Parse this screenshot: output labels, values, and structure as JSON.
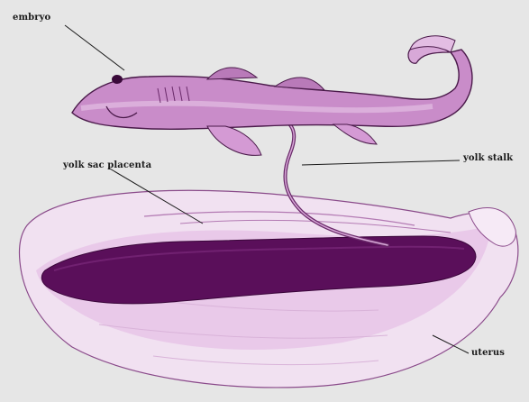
{
  "labels": {
    "embryo": "embryo",
    "yolk_stalk": "yolk stalk",
    "yolk_sac_placenta": "yolk sac placenta",
    "uterus": "uterus"
  },
  "colors": {
    "background": "#e6e6e6",
    "embryo_body": "#c98cc9",
    "embryo_light": "#e3bde3",
    "outline": "#4a1a4a",
    "uterus_light": "#f1e1f1",
    "uterus_mid": "#d9a3d9",
    "placenta_dark": "#5a0f5a"
  }
}
